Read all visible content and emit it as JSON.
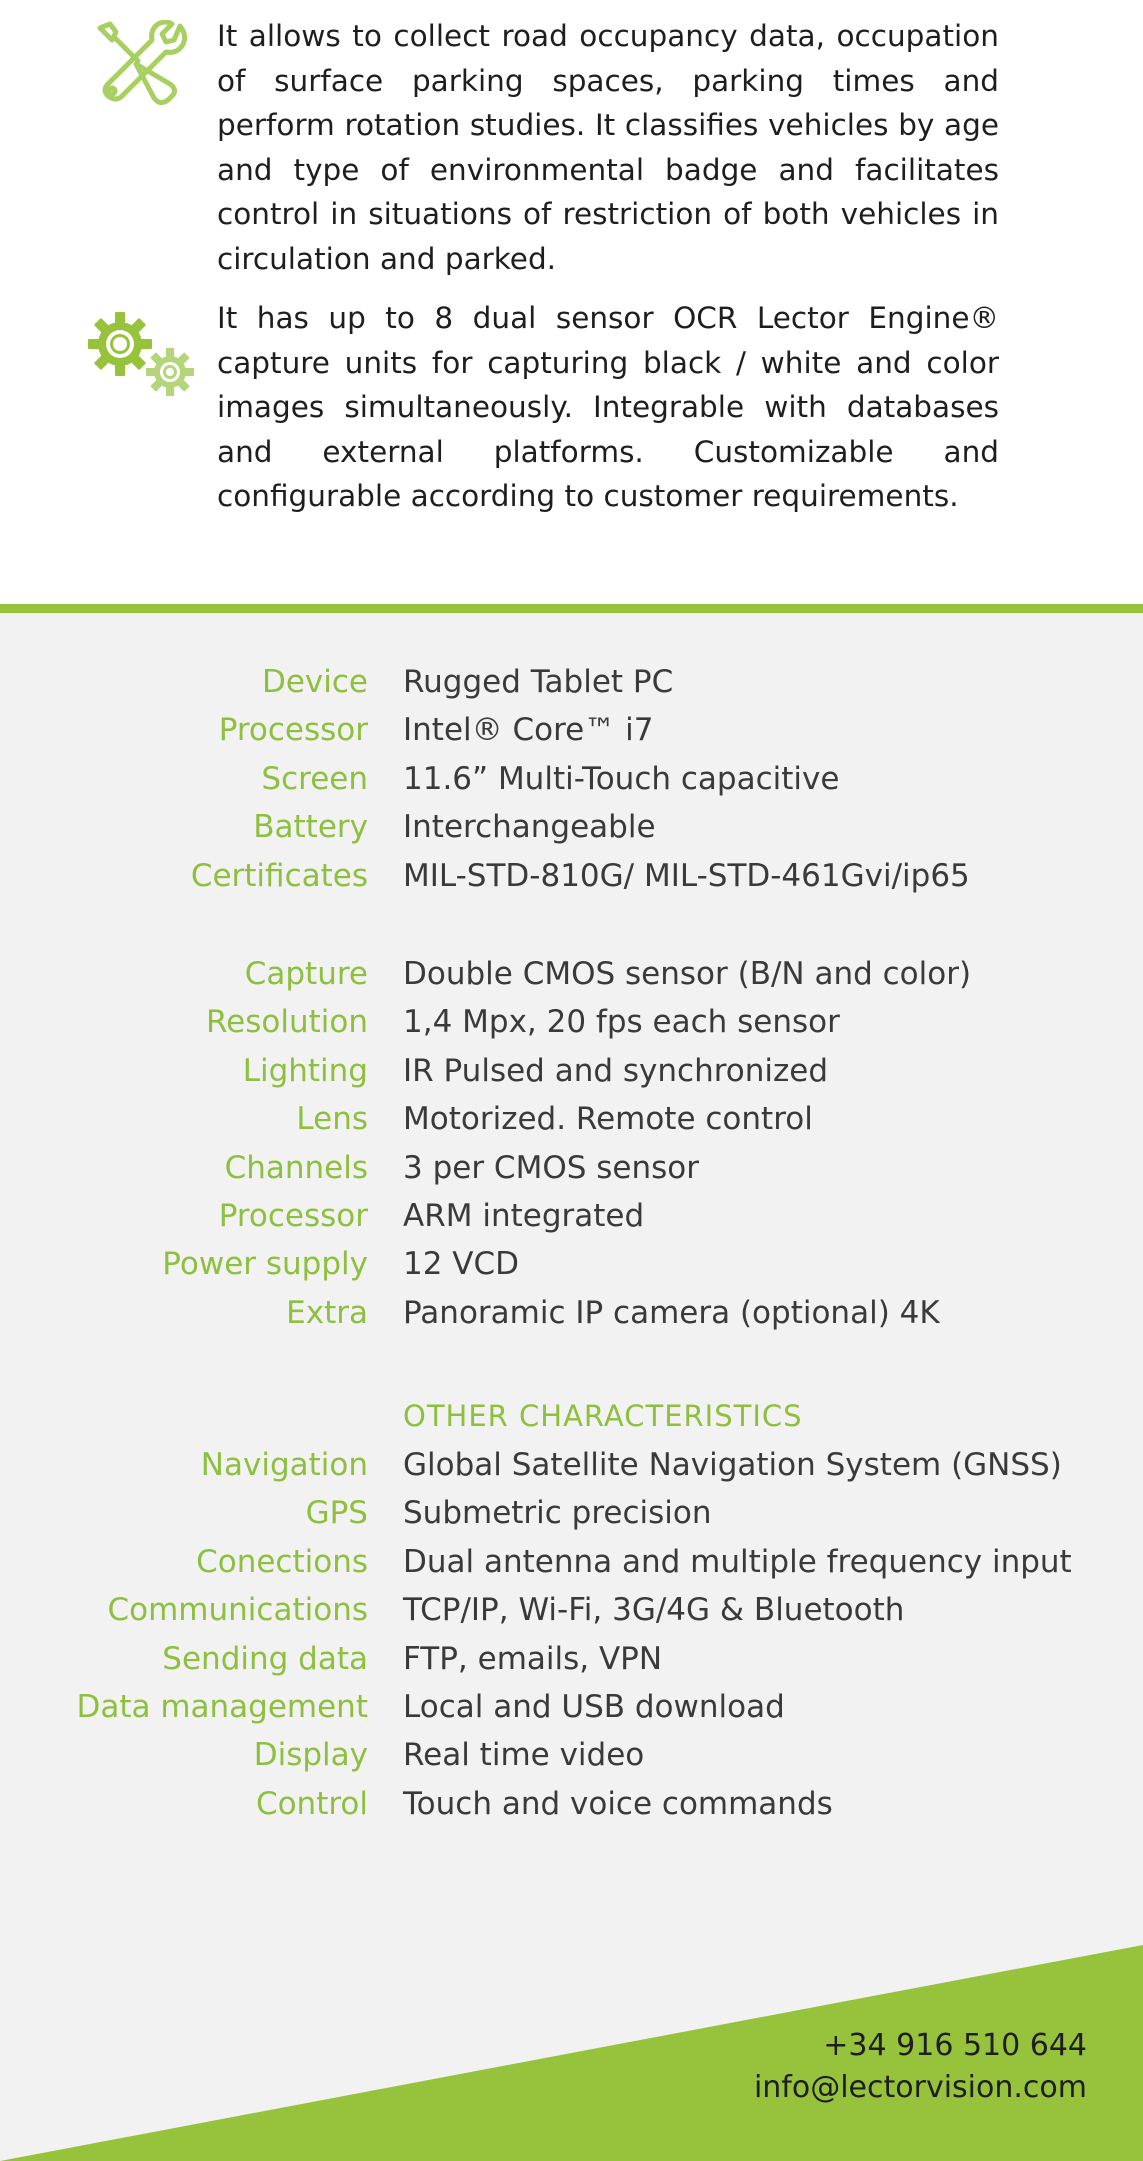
{
  "intro": {
    "paragraph_1": "It allows to collect road occupancy data, occupation of surface parking spaces, parking times and perform rotation studies. It classifies vehicles by age and type of environmental badge and facilitates control in situations of restriction of both vehicles in circulation and parked.",
    "paragraph_2": "It has up to 8 dual sensor OCR Lector Engine® capture units for capturing black / white and color images simultaneously. Integrable with databases and external platforms. Customizable and configurable according to customer requirements.",
    "icon_1": "tools-icon",
    "icon_2": "gears-icon"
  },
  "specs": {
    "tablet": [
      {
        "label": "Device",
        "value": "Rugged Tablet PC"
      },
      {
        "label": "Processor",
        "value": "Intel® Core™ i7"
      },
      {
        "label": "Screen",
        "value": "11.6” Multi-Touch capacitive"
      },
      {
        "label": "Battery",
        "value": "Interchangeable"
      },
      {
        "label": "Certificates",
        "value": "MIL-STD-810G/ MIL-STD-461Gvi/ip65"
      }
    ],
    "capture": [
      {
        "label": "Capture",
        "value": "Double CMOS sensor (B/N and color)"
      },
      {
        "label": "Resolution",
        "value": "1,4 Mpx, 20 fps each sensor"
      },
      {
        "label": "Lighting",
        "value": "IR Pulsed and synchronized"
      },
      {
        "label": "Lens",
        "value": "Motorized. Remote control"
      },
      {
        "label": "Channels",
        "value": "3 per CMOS sensor"
      },
      {
        "label": "Processor",
        "value": "ARM integrated"
      },
      {
        "label": "Power supply",
        "value": "12 VCD"
      },
      {
        "label": "Extra",
        "value": "Panoramic IP camera (optional) 4K"
      }
    ],
    "other_heading": "OTHER CHARACTERISTICS",
    "other": [
      {
        "label": "Navigation",
        "value": "Global Satellite Navigation System (GNSS)"
      },
      {
        "label": "GPS",
        "value": "Submetric precision"
      },
      {
        "label": "Conections",
        "value": "Dual antenna and multiple frequency input"
      },
      {
        "label": "Communications",
        "value": "TCP/IP, Wi-Fi, 3G/4G & Bluetooth"
      },
      {
        "label": "Sending data",
        "value": "FTP, emails, VPN"
      },
      {
        "label": "Data management",
        "value": "Local and USB download"
      },
      {
        "label": "Display",
        "value": "Real time video"
      },
      {
        "label": "Control",
        "value": "Touch and voice commands"
      }
    ]
  },
  "footer": {
    "phone": "+34 916 510 644",
    "email": "info@lectorvision.com"
  },
  "colors": {
    "accent": "#97c23c",
    "label_green": "#8ebf3f",
    "icon_green": "#a8cf62",
    "spec_background": "#f2f2f2",
    "value_text": "#3a3a3a"
  }
}
